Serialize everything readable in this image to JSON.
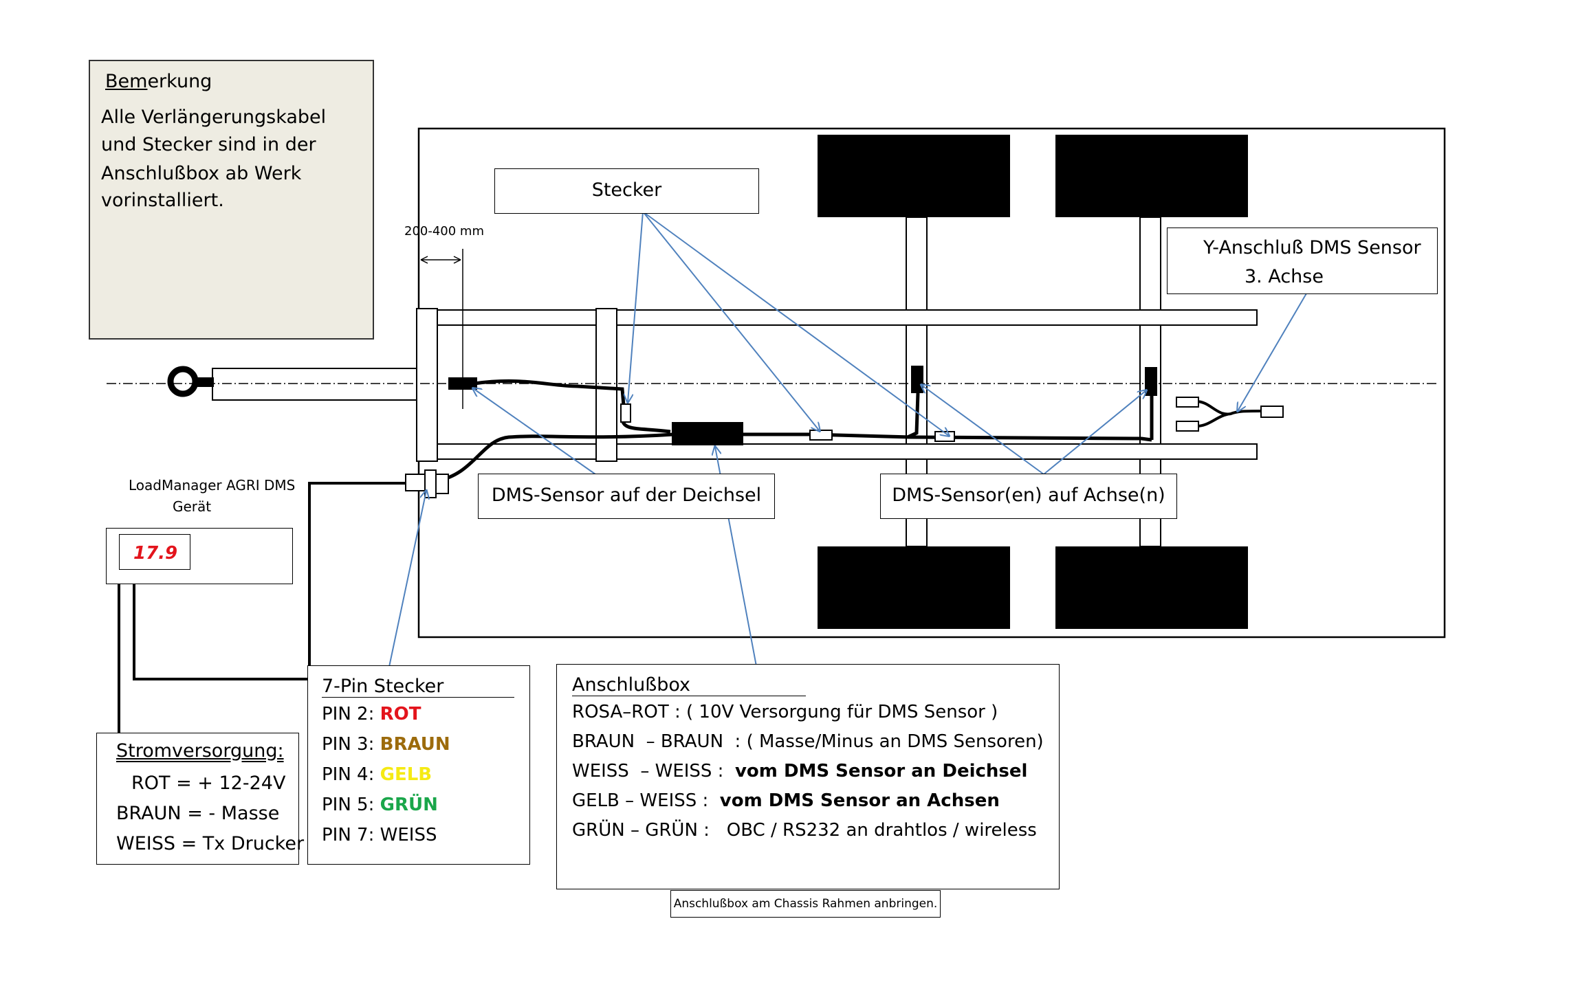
{
  "remark": {
    "title": "Bemerkung",
    "title_underlined": "Bem",
    "title_rest": "erkung",
    "lines": [
      "Alle Verlängerungskabel",
      "und Stecker sind in der",
      "Anschlußbox ab Werk",
      "vorinstalliert."
    ]
  },
  "dimension_label": "200-400 mm",
  "callouts": {
    "stecker": "Stecker",
    "y_anschluss_line1": "Y-Anschluß DMS Sensor",
    "y_anschluss_line2": "3. Achse",
    "dms_deichsel": "DMS-Sensor auf der Deichsel",
    "dms_achsen": "DMS-Sensor(en) auf Achse(n)"
  },
  "device": {
    "title_line1": "LoadManager AGRI DMS",
    "title_line2": "Gerät",
    "display_value": "17.9"
  },
  "power": {
    "title": "Stromversorgung:",
    "lines": [
      "ROT = + 12-24V",
      "BRAUN = - Masse",
      "WEISS = Tx Drucker"
    ]
  },
  "pins": {
    "title": "7-Pin Stecker",
    "rows": [
      {
        "label": "PIN 2: ",
        "value": "ROT",
        "color": "#e3141c",
        "bold": true
      },
      {
        "label": "PIN 3: ",
        "value": "BRAUN",
        "color": "#9c6b0c",
        "bold": true
      },
      {
        "label": "PIN 4: ",
        "value": "GELB",
        "color": "#f5ea14",
        "bold": true
      },
      {
        "label": "PIN 5: ",
        "value": "GRÜN",
        "color": "#1aa64a",
        "bold": true
      },
      {
        "label": "PIN 7: ",
        "value": "WEISS",
        "color": "#000000",
        "bold": false
      }
    ]
  },
  "anschlussbox": {
    "title": "Anschlußbox",
    "rows": [
      {
        "left": "ROSA–ROT : ",
        "right": "( 10V Versorgung für DMS Sensor )",
        "bold": false
      },
      {
        "left": "BRAUN  – BRAUN  : ",
        "right": "( Masse/Minus an DMS Sensoren)",
        "bold": false
      },
      {
        "left": "WEISS  – WEISS :  ",
        "right": "vom DMS Sensor an Deichsel",
        "bold": true
      },
      {
        "left": "GELB – WEISS :  ",
        "right": "vom DMS Sensor an Achsen",
        "bold": true
      },
      {
        "left": "GRÜN – GRÜN :   ",
        "right": "OBC / RS232 an drahtlos / wireless",
        "bold": false
      }
    ],
    "note": "Anschlußbox am Chassis Rahmen anbringen."
  },
  "colors": {
    "arrow": "#4f81bd",
    "remark_bg": "#eeece2",
    "display_text": "#e3141c"
  }
}
